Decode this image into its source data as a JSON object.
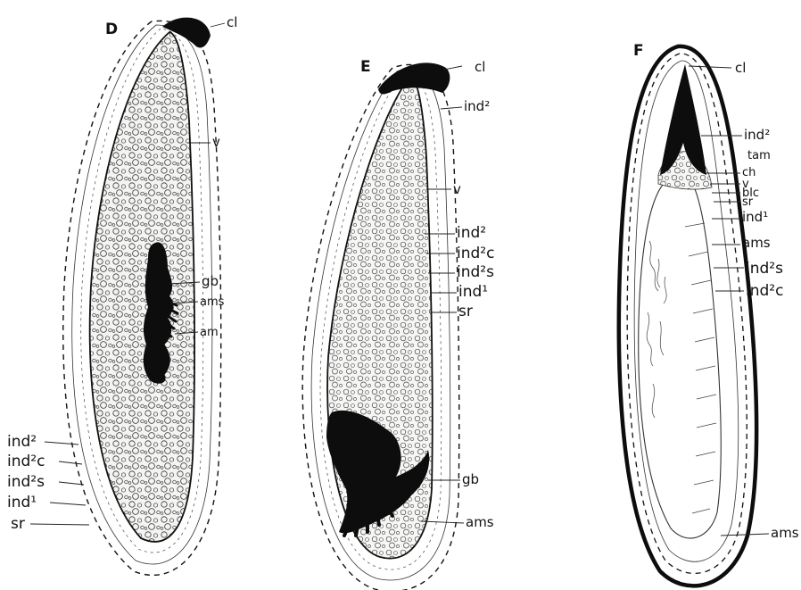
{
  "panels": [
    {
      "id": "D",
      "letter": "D",
      "labels": [
        "cl",
        "v",
        "gb",
        "ams",
        "am",
        "ind²",
        "ind²c",
        "ind²s",
        "ind¹",
        "sr"
      ]
    },
    {
      "id": "E",
      "letter": "E",
      "labels": [
        "cl",
        "ind²",
        "v",
        "ind²",
        "ind²c",
        "ind²s",
        "ind¹",
        "sr",
        "gb",
        "ams"
      ]
    },
    {
      "id": "F",
      "letter": "F",
      "labels": [
        "cl",
        "ind²",
        "tam",
        "ch",
        "v",
        "blc",
        "sr",
        "ind¹",
        "ams",
        "ind²s",
        "ind²c",
        "ams"
      ]
    }
  ],
  "colors": {
    "ink": "#111111",
    "paper": "#ffffff",
    "yolk_fill": "#f4f4f2"
  }
}
